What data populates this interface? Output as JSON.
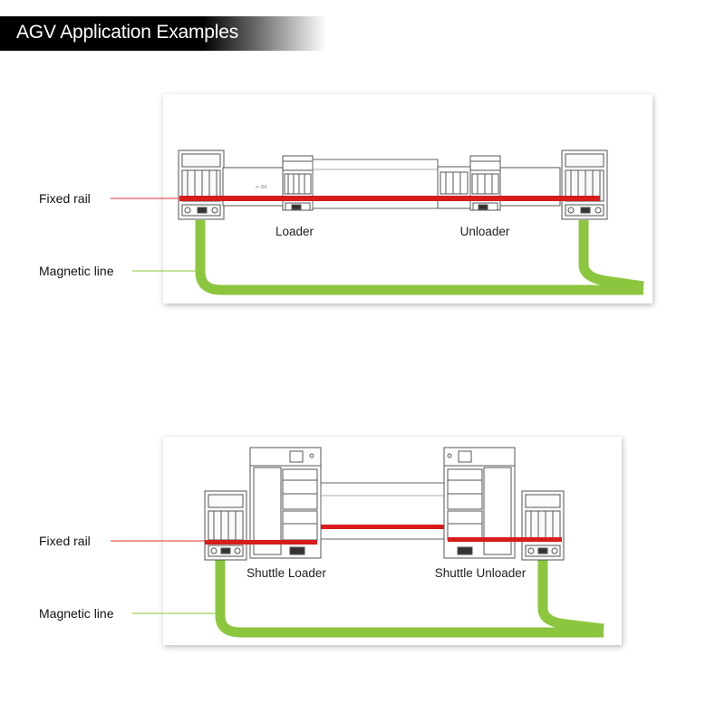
{
  "title": "AGV Application Examples",
  "diagrams": [
    {
      "fixed_rail_label": "Fixed rail",
      "magnetic_line_label": "Magnetic line",
      "left_station_label": "Loader",
      "right_station_label": "Unloader"
    },
    {
      "fixed_rail_label": "Fixed rail",
      "magnetic_line_label": "Magnetic line",
      "left_station_label": "Shuttle Loader",
      "right_station_label": "Shuttle Unloader"
    }
  ],
  "colors": {
    "rail": "#d81b1b",
    "magnetic_line": "#8cc63e",
    "callout_line_rail": "#e23030",
    "callout_line_magnetic": "#9ed35a",
    "machine_stroke": "#555555"
  }
}
